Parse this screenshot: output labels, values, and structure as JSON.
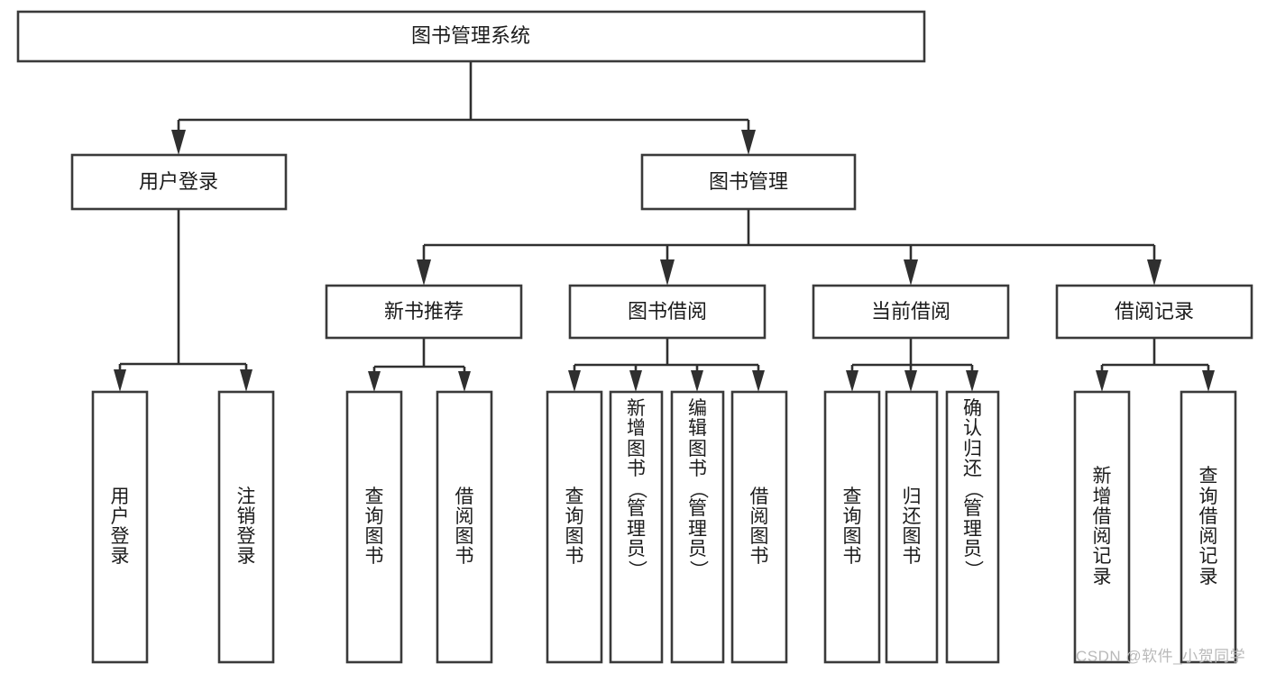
{
  "diagram": {
    "type": "tree",
    "title": "图书管理系统",
    "style": {
      "box_fill": "#ffffff",
      "box_stroke": "#3a3a3a",
      "connector_color": "#2f2f2f",
      "text_color": "#1b1b1b",
      "background": "#ffffff"
    },
    "root": {
      "label": "图书管理系统"
    },
    "level2": [
      {
        "label": "用户登录"
      },
      {
        "label": "图书管理"
      }
    ],
    "level3": [
      {
        "label": "新书推荐"
      },
      {
        "label": "图书借阅"
      },
      {
        "label": "当前借阅"
      },
      {
        "label": "借阅记录"
      }
    ],
    "leaves": {
      "user_login": [
        {
          "label": "用户登录"
        },
        {
          "label": "注销登录"
        }
      ],
      "new_book_recommend": [
        {
          "label": "查询图书"
        },
        {
          "label": "借阅图书"
        }
      ],
      "book_borrow": [
        {
          "label": "查询图书"
        },
        {
          "label": "新增图书（管理员）"
        },
        {
          "label": "编辑图书（管理员）"
        },
        {
          "label": "借阅图书"
        }
      ],
      "current_borrow": [
        {
          "label": "查询图书"
        },
        {
          "label": "归还图书"
        },
        {
          "label": "确认归还（管理员）"
        }
      ],
      "borrow_record": [
        {
          "label": "新增借阅记录"
        },
        {
          "label": "查询借阅记录"
        }
      ]
    }
  },
  "watermark": {
    "text": "CSDN @软件_小贺同学"
  }
}
